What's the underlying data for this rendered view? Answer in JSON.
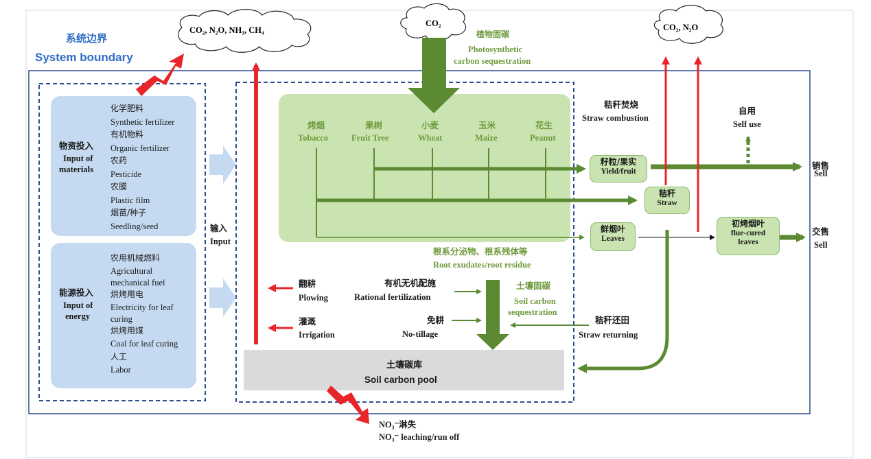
{
  "boundary": {
    "cn": "系统边界",
    "en": "System boundary"
  },
  "clouds": {
    "top_emissions": "CO₂, N₂O, NH₃, CH₄",
    "co2": "CO₂",
    "right": "CO₂, N₂O"
  },
  "photosynthesis": {
    "cn": "植物固碳",
    "en1": "Photosynthetic",
    "en2": "carbon sequestration"
  },
  "straw_combustion": {
    "cn": "秸秆焚烧",
    "en": "Straw combustion"
  },
  "materials": {
    "title_cn": "物资投入",
    "title_en1": "Input of",
    "title_en2": "materials",
    "items": [
      {
        "cn": "化学肥料",
        "en": "Synthetic fertilizer"
      },
      {
        "cn": "有机物料",
        "en": "Organic fertilizer"
      },
      {
        "cn": "农药",
        "en": "Pesticide"
      },
      {
        "cn": "农膜",
        "en": "Plastic film"
      },
      {
        "cn": "烟苗/种子",
        "en": "Seedling/seed"
      }
    ]
  },
  "energy": {
    "title_cn": "能源投入",
    "title_en1": "Input of",
    "title_en2": "energy",
    "items": [
      {
        "cn": "农用机械燃料",
        "en1": "Agricultural",
        "en2": "mechanical fuel"
      },
      {
        "cn": "烘烤用电",
        "en1": "Electricity  for leaf",
        "en2": "curing"
      },
      {
        "cn": "烘烤用煤",
        "en1": "Coal for leaf curing",
        "en2": ""
      },
      {
        "cn": "人工",
        "en1": "Labor",
        "en2": ""
      }
    ]
  },
  "input_label": {
    "cn": "输入",
    "en": "Input"
  },
  "crops": [
    {
      "cn": "烤烟",
      "en": "Tobacco"
    },
    {
      "cn": "果树",
      "en": "Fruit Tree"
    },
    {
      "cn": "小麦",
      "en": "Wheat"
    },
    {
      "cn": "玉米",
      "en": "Maize"
    },
    {
      "cn": "花生",
      "en": "Peanut"
    }
  ],
  "outputs": {
    "yield": {
      "cn": "籽粒/果实",
      "en": "Yield/fruit"
    },
    "straw": {
      "cn": "秸秆",
      "en": "Straw"
    },
    "leaves": {
      "cn": "鲜烟叶",
      "en": "Leaves"
    },
    "cured": {
      "cn": "初烤烟叶",
      "en1": "flue-cured",
      "en2": "leaves"
    }
  },
  "self_use": {
    "cn": "自用",
    "en": "Self use"
  },
  "sell1": {
    "cn": "销售",
    "en": "Sell"
  },
  "sell2": {
    "cn": "交售",
    "en": "Sell"
  },
  "root": {
    "cn": "根系分泌物、根系残体等",
    "en": "Root exudates/root residue"
  },
  "practices": {
    "plowing": {
      "cn": "翻耕",
      "en": "Plowing"
    },
    "irrigation": {
      "cn": "灌溉",
      "en": "Irrigation"
    },
    "rational": {
      "cn": "有机无机配施",
      "en": "Rational fertilization"
    },
    "notillage": {
      "cn": "免耕",
      "en": "No-tillage"
    },
    "straw_returning": {
      "cn": "秸秆还田",
      "en": "Straw returning"
    }
  },
  "soil_seq": {
    "cn": "土壤固碳",
    "en1": "Soil carbon",
    "en2": "sequestration"
  },
  "soil_pool": {
    "cn": "土壤碳库",
    "en": "Soil carbon pool"
  },
  "leaching": {
    "cn": "NO₃⁻淋失",
    "en": "NO₃⁻ leaching/run off"
  },
  "colors": {
    "blue_box": "#c5daf1",
    "green_box": "#c9e4b0",
    "dark_green": "#5b8a33",
    "red": "#e8262a",
    "navy": "#2a4f8f"
  }
}
